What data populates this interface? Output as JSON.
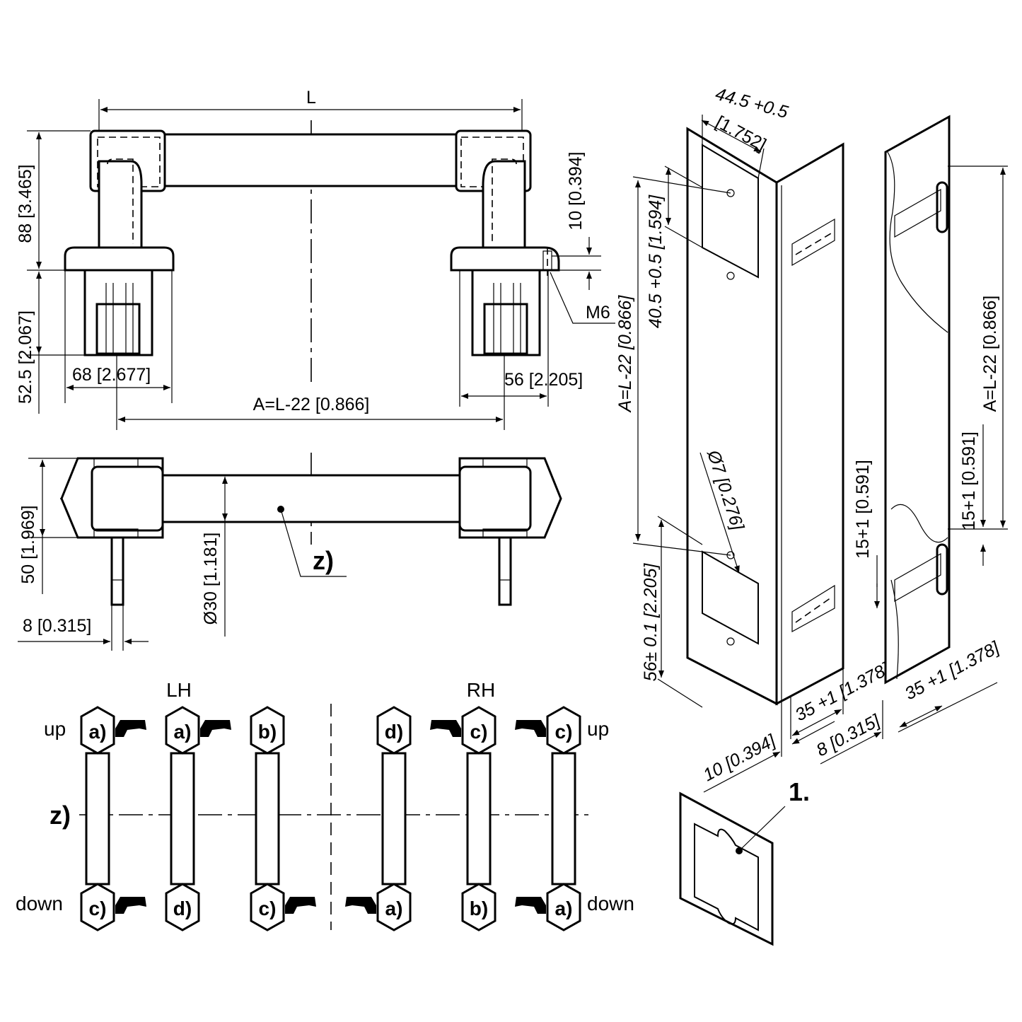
{
  "front_view": {
    "overall_length": "L",
    "height_total": "88 [3.465]",
    "height_foot": "52.5 [2.067]",
    "foot_width_left": "68 [2.677]",
    "foot_width_right": "56 [2.205]",
    "thread_height": "10 [0.394]",
    "thread": "M6",
    "hole_distance": "A=L-22 [0.866]"
  },
  "top_view": {
    "depth": "50 [1.969]",
    "tube_diameter": "Ø30 [1.181]",
    "pin_width": "8 [0.315]",
    "z_label": "z)"
  },
  "mounting": {
    "side_left": "LH",
    "side_right": "RH",
    "up": "up",
    "down": "down",
    "z_label": "z)",
    "top_row": [
      "a)",
      "a)",
      "b)",
      "d)",
      "c)",
      "c)"
    ],
    "bottom_row": [
      "c)",
      "d)",
      "c)",
      "a)",
      "b)",
      "a)"
    ]
  },
  "cutout": {
    "width": "44.5 +0.5",
    "width_in": "[1.752]",
    "height": "40.5 +0.5 [1.594]",
    "hole_spacing": "A=L-22 [0.866]",
    "hole_dia": "Ø7 [0.276]",
    "offset_bottom": "56± 0.1 [2.205]",
    "edge_top": "15+1 [0.591]",
    "edge_side": "35 +1 [1.378]",
    "edge_side_2": "35 +1 [1.378]",
    "frame_offset": "10 [0.394]",
    "frame_offset_2": "8 [0.315]",
    "hinge_side_spacing": "A=L-22 [0.866]",
    "hinge_side_edge": "15+1 [0.591]",
    "template_label": "1."
  }
}
